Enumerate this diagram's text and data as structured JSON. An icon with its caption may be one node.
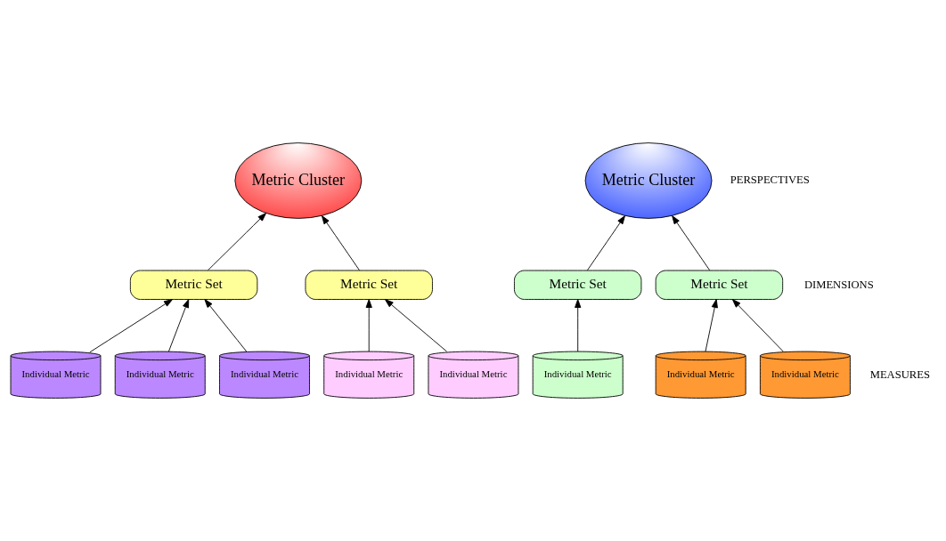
{
  "diagram": {
    "nodes": [
      {
        "text": [
          "Metric Cluster"
        ]
      },
      {
        "text": [
          "Metric Cluster"
        ]
      },
      {
        "text": [
          "Metric Set"
        ]
      },
      {
        "text": [
          "Metric Set"
        ]
      },
      {
        "text": [
          "Metric Set"
        ]
      },
      {
        "text": [
          "Metric Set"
        ]
      },
      {
        "text": [
          "Individual Metric"
        ]
      },
      {
        "text": [
          "Individual Metric"
        ]
      },
      {
        "text": [
          "Individual Metric"
        ]
      },
      {
        "text": [
          "Individual Metric"
        ]
      },
      {
        "text": [
          "Individual Metric"
        ]
      },
      {
        "text": [
          "Individual Metric"
        ]
      },
      {
        "text": [
          "Individual Metric"
        ]
      },
      {
        "text": [
          "Individual Metric"
        ]
      }
    ],
    "edges": [
      {
        "from": 2,
        "to": 0,
        "arrow": "to"
      },
      {
        "from": 3,
        "to": 0,
        "arrow": "to"
      },
      {
        "from": 4,
        "to": 1,
        "arrow": "to"
      },
      {
        "from": 5,
        "to": 1,
        "arrow": "to"
      },
      {
        "from": 6,
        "to": 2,
        "arrow": "to"
      },
      {
        "from": 7,
        "to": 2,
        "arrow": "to"
      },
      {
        "from": 8,
        "to": 2,
        "arrow": "to"
      },
      {
        "from": 9,
        "to": 3,
        "arrow": "to"
      },
      {
        "from": 10,
        "to": 3,
        "arrow": "to"
      },
      {
        "from": 11,
        "to": 4,
        "arrow": "to"
      },
      {
        "from": 12,
        "to": 5,
        "arrow": "to"
      },
      {
        "from": 13,
        "to": 5,
        "arrow": "to"
      }
    ],
    "labels": [
      "PERSPECTIVES",
      "DIMENSIONS",
      "MEASURES"
    ]
  }
}
